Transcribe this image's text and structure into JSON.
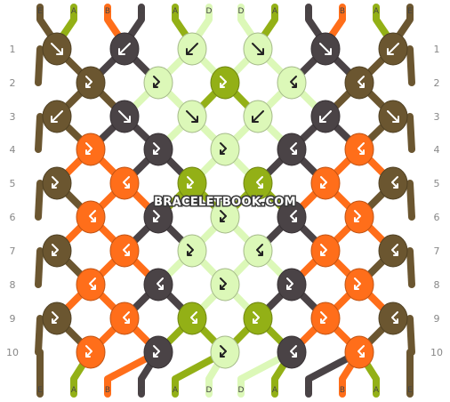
{
  "watermark": "BRACELETBOOK.COM",
  "row_labels": [
    "1",
    "2",
    "3",
    "4",
    "5",
    "6",
    "7",
    "8",
    "9",
    "10"
  ],
  "colors": {
    "E": "#6b5630",
    "A": "#93b016",
    "B": "#ff6e1a",
    "C": "#4a4346",
    "D": "#dcf8b8"
  },
  "top_strings": [
    "E",
    "A",
    "B",
    "C",
    "A",
    "D",
    "D",
    "A",
    "C",
    "B",
    "A",
    "E"
  ],
  "bottom_strings": [
    "E",
    "A",
    "B",
    "C",
    "A",
    "D",
    "D",
    "A",
    "C",
    "B",
    "A",
    "E"
  ],
  "knot_icons": {
    "f": "forward-arrow-icon",
    "b": "backward-arrow-icon",
    "fb": "forward-backward-arrow-icon",
    "bf": "backward-forward-arrow-icon"
  },
  "knots": [
    [
      {
        "c": "E",
        "k": "f"
      },
      {
        "c": "C",
        "k": "b"
      },
      {
        "c": "D",
        "k": "b"
      },
      {
        "c": "D",
        "k": "f"
      },
      {
        "c": "C",
        "k": "f"
      },
      {
        "c": "E",
        "k": "b"
      }
    ],
    [
      {
        "c": "E",
        "k": "fb"
      },
      {
        "c": "D",
        "k": "fb"
      },
      {
        "c": "A",
        "k": "fb"
      },
      {
        "c": "D",
        "k": "bf"
      },
      {
        "c": "E",
        "k": "bf"
      }
    ],
    [
      {
        "c": "E",
        "k": "b"
      },
      {
        "c": "C",
        "k": "f"
      },
      {
        "c": "D",
        "k": "f"
      },
      {
        "c": "D",
        "k": "b"
      },
      {
        "c": "C",
        "k": "b"
      },
      {
        "c": "E",
        "k": "f"
      }
    ],
    [
      {
        "c": "B",
        "k": "fb"
      },
      {
        "c": "C",
        "k": "fb"
      },
      {
        "c": "D",
        "k": "fb"
      },
      {
        "c": "C",
        "k": "bf"
      },
      {
        "c": "B",
        "k": "bf"
      }
    ],
    [
      {
        "c": "E",
        "k": "fb"
      },
      {
        "c": "B",
        "k": "bf"
      },
      {
        "c": "A",
        "k": "fb"
      },
      {
        "c": "A",
        "k": "bf"
      },
      {
        "c": "B",
        "k": "fb"
      },
      {
        "c": "E",
        "k": "bf"
      }
    ],
    [
      {
        "c": "B",
        "k": "bf"
      },
      {
        "c": "C",
        "k": "fb"
      },
      {
        "c": "D",
        "k": "fb"
      },
      {
        "c": "C",
        "k": "bf"
      },
      {
        "c": "B",
        "k": "fb"
      }
    ],
    [
      {
        "c": "E",
        "k": "fb"
      },
      {
        "c": "B",
        "k": "bf"
      },
      {
        "c": "D",
        "k": "fb"
      },
      {
        "c": "D",
        "k": "bf"
      },
      {
        "c": "B",
        "k": "fb"
      },
      {
        "c": "E",
        "k": "bf"
      }
    ],
    [
      {
        "c": "B",
        "k": "bf"
      },
      {
        "c": "C",
        "k": "bf"
      },
      {
        "c": "D",
        "k": "fb"
      },
      {
        "c": "C",
        "k": "fb"
      },
      {
        "c": "B",
        "k": "fb"
      }
    ],
    [
      {
        "c": "E",
        "k": "fb"
      },
      {
        "c": "B",
        "k": "bf"
      },
      {
        "c": "A",
        "k": "bf"
      },
      {
        "c": "A",
        "k": "fb"
      },
      {
        "c": "B",
        "k": "fb"
      },
      {
        "c": "E",
        "k": "bf"
      }
    ],
    [
      {
        "c": "B",
        "k": "fb"
      },
      {
        "c": "C",
        "k": "fb"
      },
      {
        "c": "D",
        "k": "fb"
      },
      {
        "c": "C",
        "k": "bf"
      },
      {
        "c": "B",
        "k": "bf"
      }
    ]
  ]
}
